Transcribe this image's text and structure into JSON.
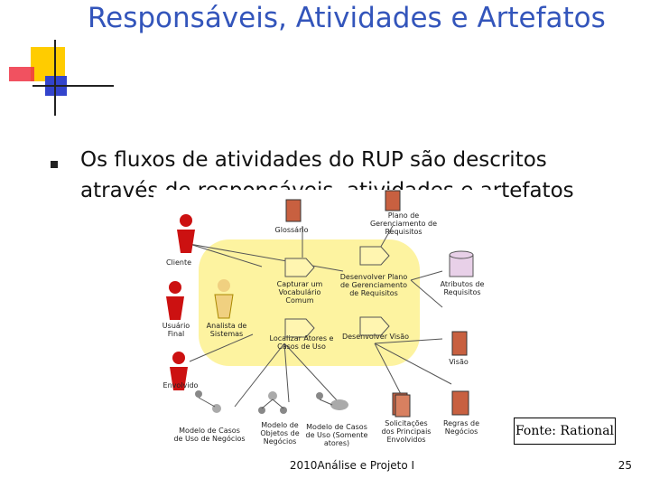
{
  "slide": {
    "title": "Responsáveis, Atividades e Artefatos",
    "bullet_text": "Os fluxos de atividades do RUP são descritos através de responsáveis, atividades e artefatos",
    "fonte": "Fonte: Rational",
    "footer": "2010Análise e Projeto I",
    "page_number": "25"
  },
  "diagram": {
    "actors": [
      "Cliente",
      "Usuário Final",
      "Analista de Sistemas",
      "Envolvido"
    ],
    "activities": [
      "Capturar um Vocabulário Comum",
      "Desenvolver Plano de Gerenciamento de Requisitos",
      "Localizar Atores e Casos de Uso",
      "Desenvolver Visão"
    ],
    "artifacts_top": [
      "Glossário",
      "Plano de Gerenciamento de Requisitos"
    ],
    "artifacts_right": [
      "Atributos de Requisitos",
      "Visão"
    ],
    "artifacts_bottom": [
      "Modelo de Casos de Uso de Negócios",
      "Modelo de Objetos de Negócios",
      "Modelo de Casos de Uso (Somente atores)",
      "Solicitações dos Principais Envolvidos",
      "Regras de Negócios"
    ]
  },
  "colors": {
    "title": "#3355bb",
    "logo_yellow": "#ffcc00",
    "logo_red": "#ee3344",
    "logo_blue": "#3344cc",
    "diagram_bg": "#fdf3a0",
    "actor_red": "#cc1111"
  }
}
